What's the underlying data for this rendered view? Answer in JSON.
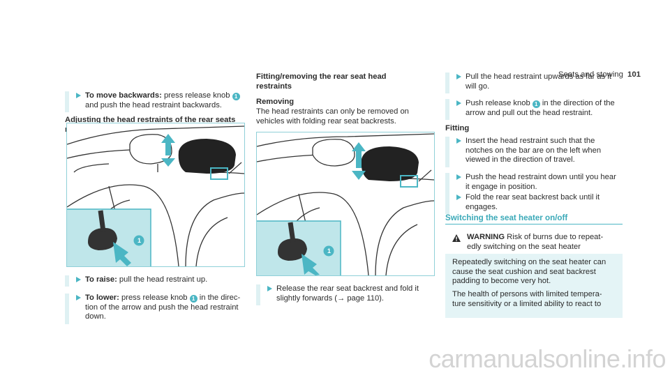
{
  "header": {
    "section": "Seats and stowing",
    "page": "101"
  },
  "col1": {
    "step_move_back_label": "To move backwards:",
    "step_move_back_text_1": " press release knob ",
    "step_move_back_text_2": "and push the head restraint backwards.",
    "heading": "Adjusting the head restraints of the rear seats mechanically",
    "step_raise_label": "To raise:",
    "step_raise_text": " pull the head restraint up.",
    "step_lower_label": "To lower:",
    "step_lower_text_1": " press release knob ",
    "step_lower_text_2": " in the direc-",
    "step_lower_text_3": "tion of the arrow and push the head restraint",
    "step_lower_text_4": "down."
  },
  "col2": {
    "heading_1": "Fitting/removing the rear seat head",
    "heading_2": "restraints",
    "subheading": "Removing",
    "text_1": "The head restraints can only be removed on",
    "text_2": "vehicles with folding rear seat backrests.",
    "step_release_1": "Release the rear seat backrest and fold it",
    "step_release_2": "slightly forwards (→ page 110)."
  },
  "col3": {
    "step_pull_1": "Pull the head restraint upwards as far as it",
    "step_pull_2": "will go.",
    "step_push_1": "Push release knob ",
    "step_push_2": " in the direction of the",
    "step_push_3": "arrow and pull out the head restraint.",
    "subheading": "Fitting",
    "step_insert_1": "Insert the head restraint such that the",
    "step_insert_2": "notches on the bar are on the left when",
    "step_insert_3": "viewed in the direction of travel.",
    "step_pushdown_1": "Push the head restraint down until you hear",
    "step_pushdown_2": "it engage in position.",
    "step_fold_1": "Fold the rear seat backrest back until it",
    "step_fold_2": "engages.",
    "section_title": "Switching the seat heater on/off",
    "warning_label": "WARNING",
    "warning_title_1": " Risk of burns due to repeat-",
    "warning_title_2": "edly switching on the seat heater",
    "warning_p1_1": "Repeatedly switching on the seat heater can",
    "warning_p1_2": "cause the seat cushion and seat backrest",
    "warning_p1_3": "padding to become very hot.",
    "warning_p2_1": "The health of persons with limited tempera-",
    "warning_p2_2": "ture sensitivity or a limited ability to react to"
  },
  "knob_label": "1",
  "watermark": "carmanualsonline.info",
  "colors": {
    "accent": "#4bb6c4",
    "panel": "#e4f4f6",
    "inset": "#bfe6ea"
  }
}
